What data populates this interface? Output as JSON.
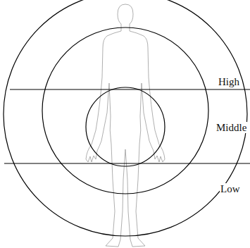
{
  "diagram": {
    "labels": [
      "High",
      "Middle",
      "Low"
    ]
  }
}
